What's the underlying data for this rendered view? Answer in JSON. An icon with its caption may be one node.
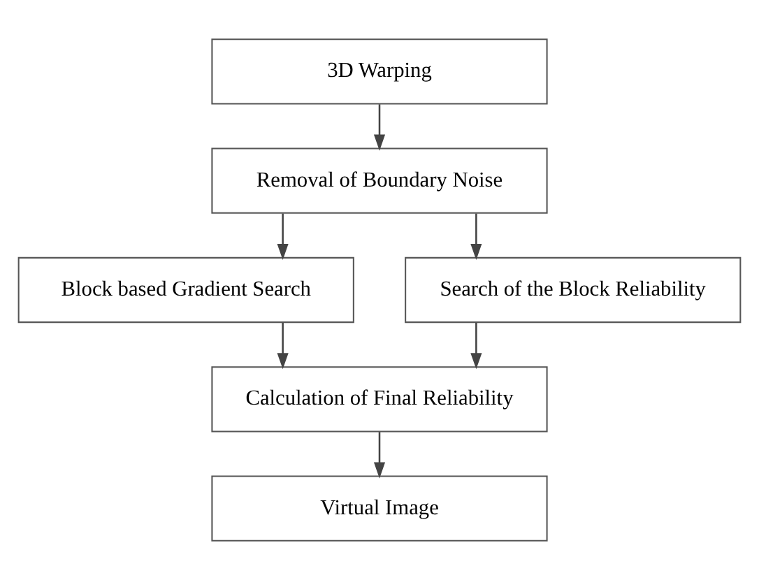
{
  "diagram": {
    "nodes": [
      {
        "text": [
          "3D Warping"
        ]
      },
      {
        "text": [
          "Removal of Boundary Noise"
        ]
      },
      {
        "text": [
          "Block based Gradient Search"
        ]
      },
      {
        "text": [
          "Search of the Block Reliability"
        ]
      },
      {
        "text": [
          "Calculation of Final Reliability"
        ]
      },
      {
        "text": [
          "Virtual Image"
        ]
      }
    ],
    "edges": [
      {
        "from": 0,
        "to": 1,
        "arrow": "to"
      },
      {
        "from": 1,
        "to": 2,
        "arrow": "to"
      },
      {
        "from": 1,
        "to": 3,
        "arrow": "to"
      },
      {
        "from": 2,
        "to": 4,
        "arrow": "to"
      },
      {
        "from": 3,
        "to": 4,
        "arrow": "to"
      },
      {
        "from": 4,
        "to": 5,
        "arrow": "to"
      }
    ]
  }
}
